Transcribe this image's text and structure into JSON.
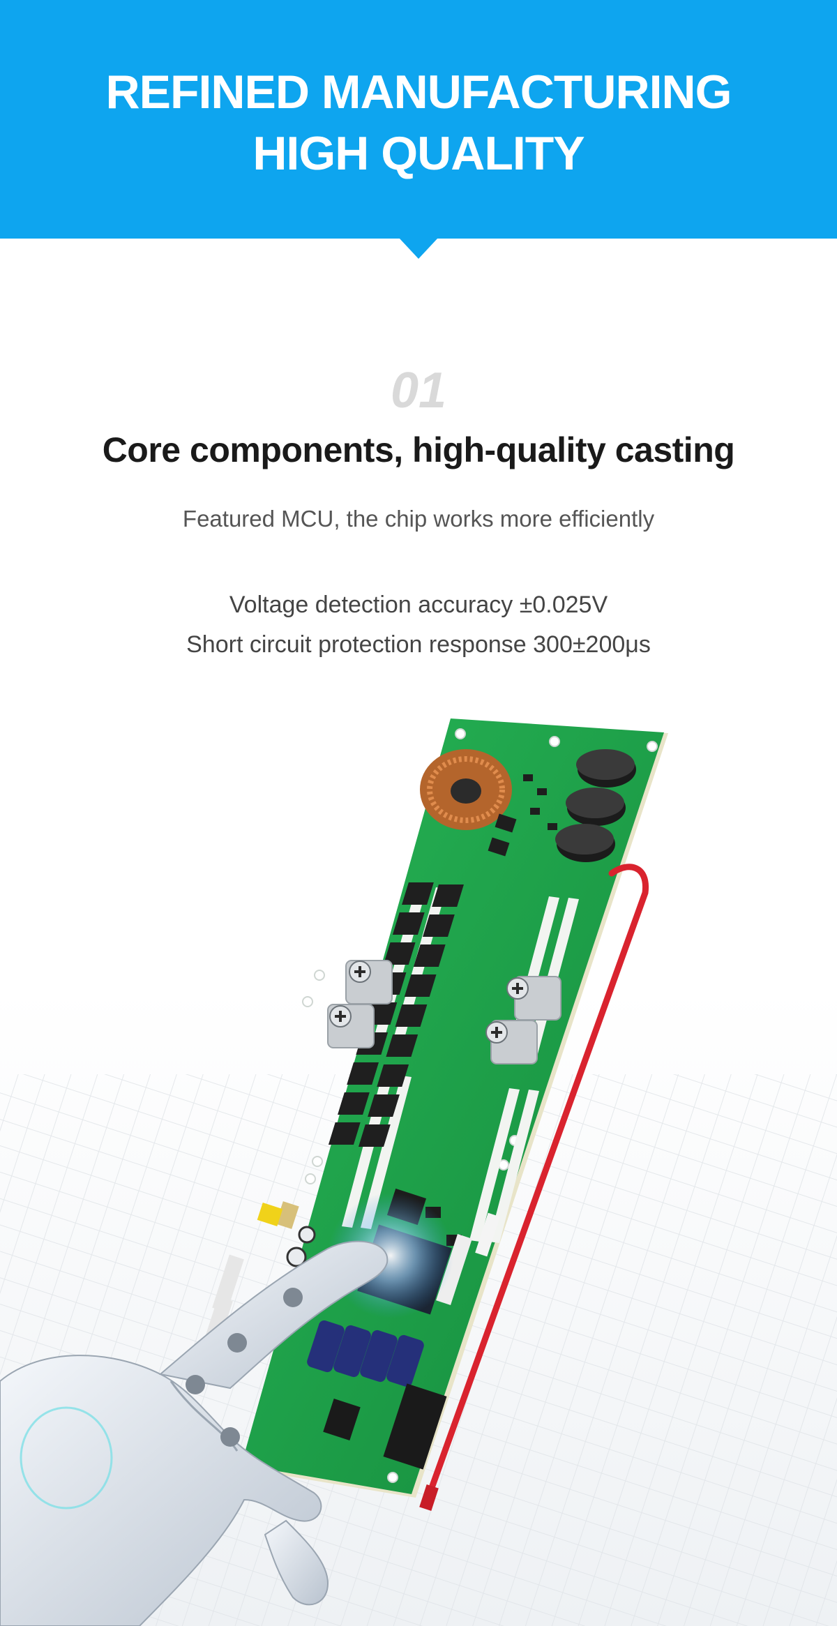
{
  "banner": {
    "title_line1": "REFINED MANUFACTURING",
    "title_line2": "HIGH QUALITY",
    "background": "#0ea5ef"
  },
  "section": {
    "number": "01",
    "heading": "Core components, high-quality casting",
    "subtitle": "Featured MCU, the chip works more efficiently",
    "specs": [
      "Voltage detection accuracy ±0.025V",
      "Short circuit protection response 300±200μs"
    ]
  },
  "image": {
    "subject": "green-pcb-bms-board-with-robot-hand",
    "pcb_color": "#1fa64a",
    "wire_color": "#d9232e"
  }
}
